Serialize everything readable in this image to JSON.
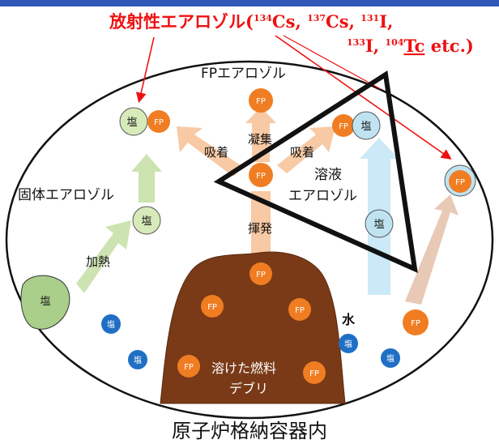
{
  "title": {
    "line1": "放射性エアロゾル(",
    "cs134_sup": "134",
    "cs134": "Cs, ",
    "cs137_sup": "137",
    "cs137": "Cs, ",
    "i131_sup": "131",
    "i131": "I,",
    "i133_sup": "133",
    "i133": "I, ",
    "tc104_sup": "104",
    "tc104": "Tc",
    "etc": " etc.)"
  },
  "labels": {
    "fp_aerosol": "FPエアロゾル",
    "condense": "凝集",
    "absorb_left": "吸着",
    "absorb_right": "吸着",
    "solution_1": "溶液",
    "solution_2": "エアロゾル",
    "solid_aerosol": "固体エアロゾル",
    "heating": "加熱",
    "volatilize": "揮発",
    "water": "水",
    "debris_1": "溶けた燃料",
    "debris_2": "デブリ",
    "footer": "原子炉格納容器内"
  },
  "particle": {
    "fp": "FP",
    "salt": "塩"
  },
  "colors": {
    "title_red": "#ee1111",
    "fp_orange": "#f07d22",
    "salt_green": "#d7eab9",
    "salt_blue_light": "#bfe3f1",
    "salt_blue_dark": "#1f6fc5",
    "debris_brown": "#7a3a17",
    "arrow_peach": "#f7c9a4",
    "arrow_green": "#cde3b1",
    "arrow_blue": "#cbe9f7",
    "top_bar": "#2f56b8"
  }
}
